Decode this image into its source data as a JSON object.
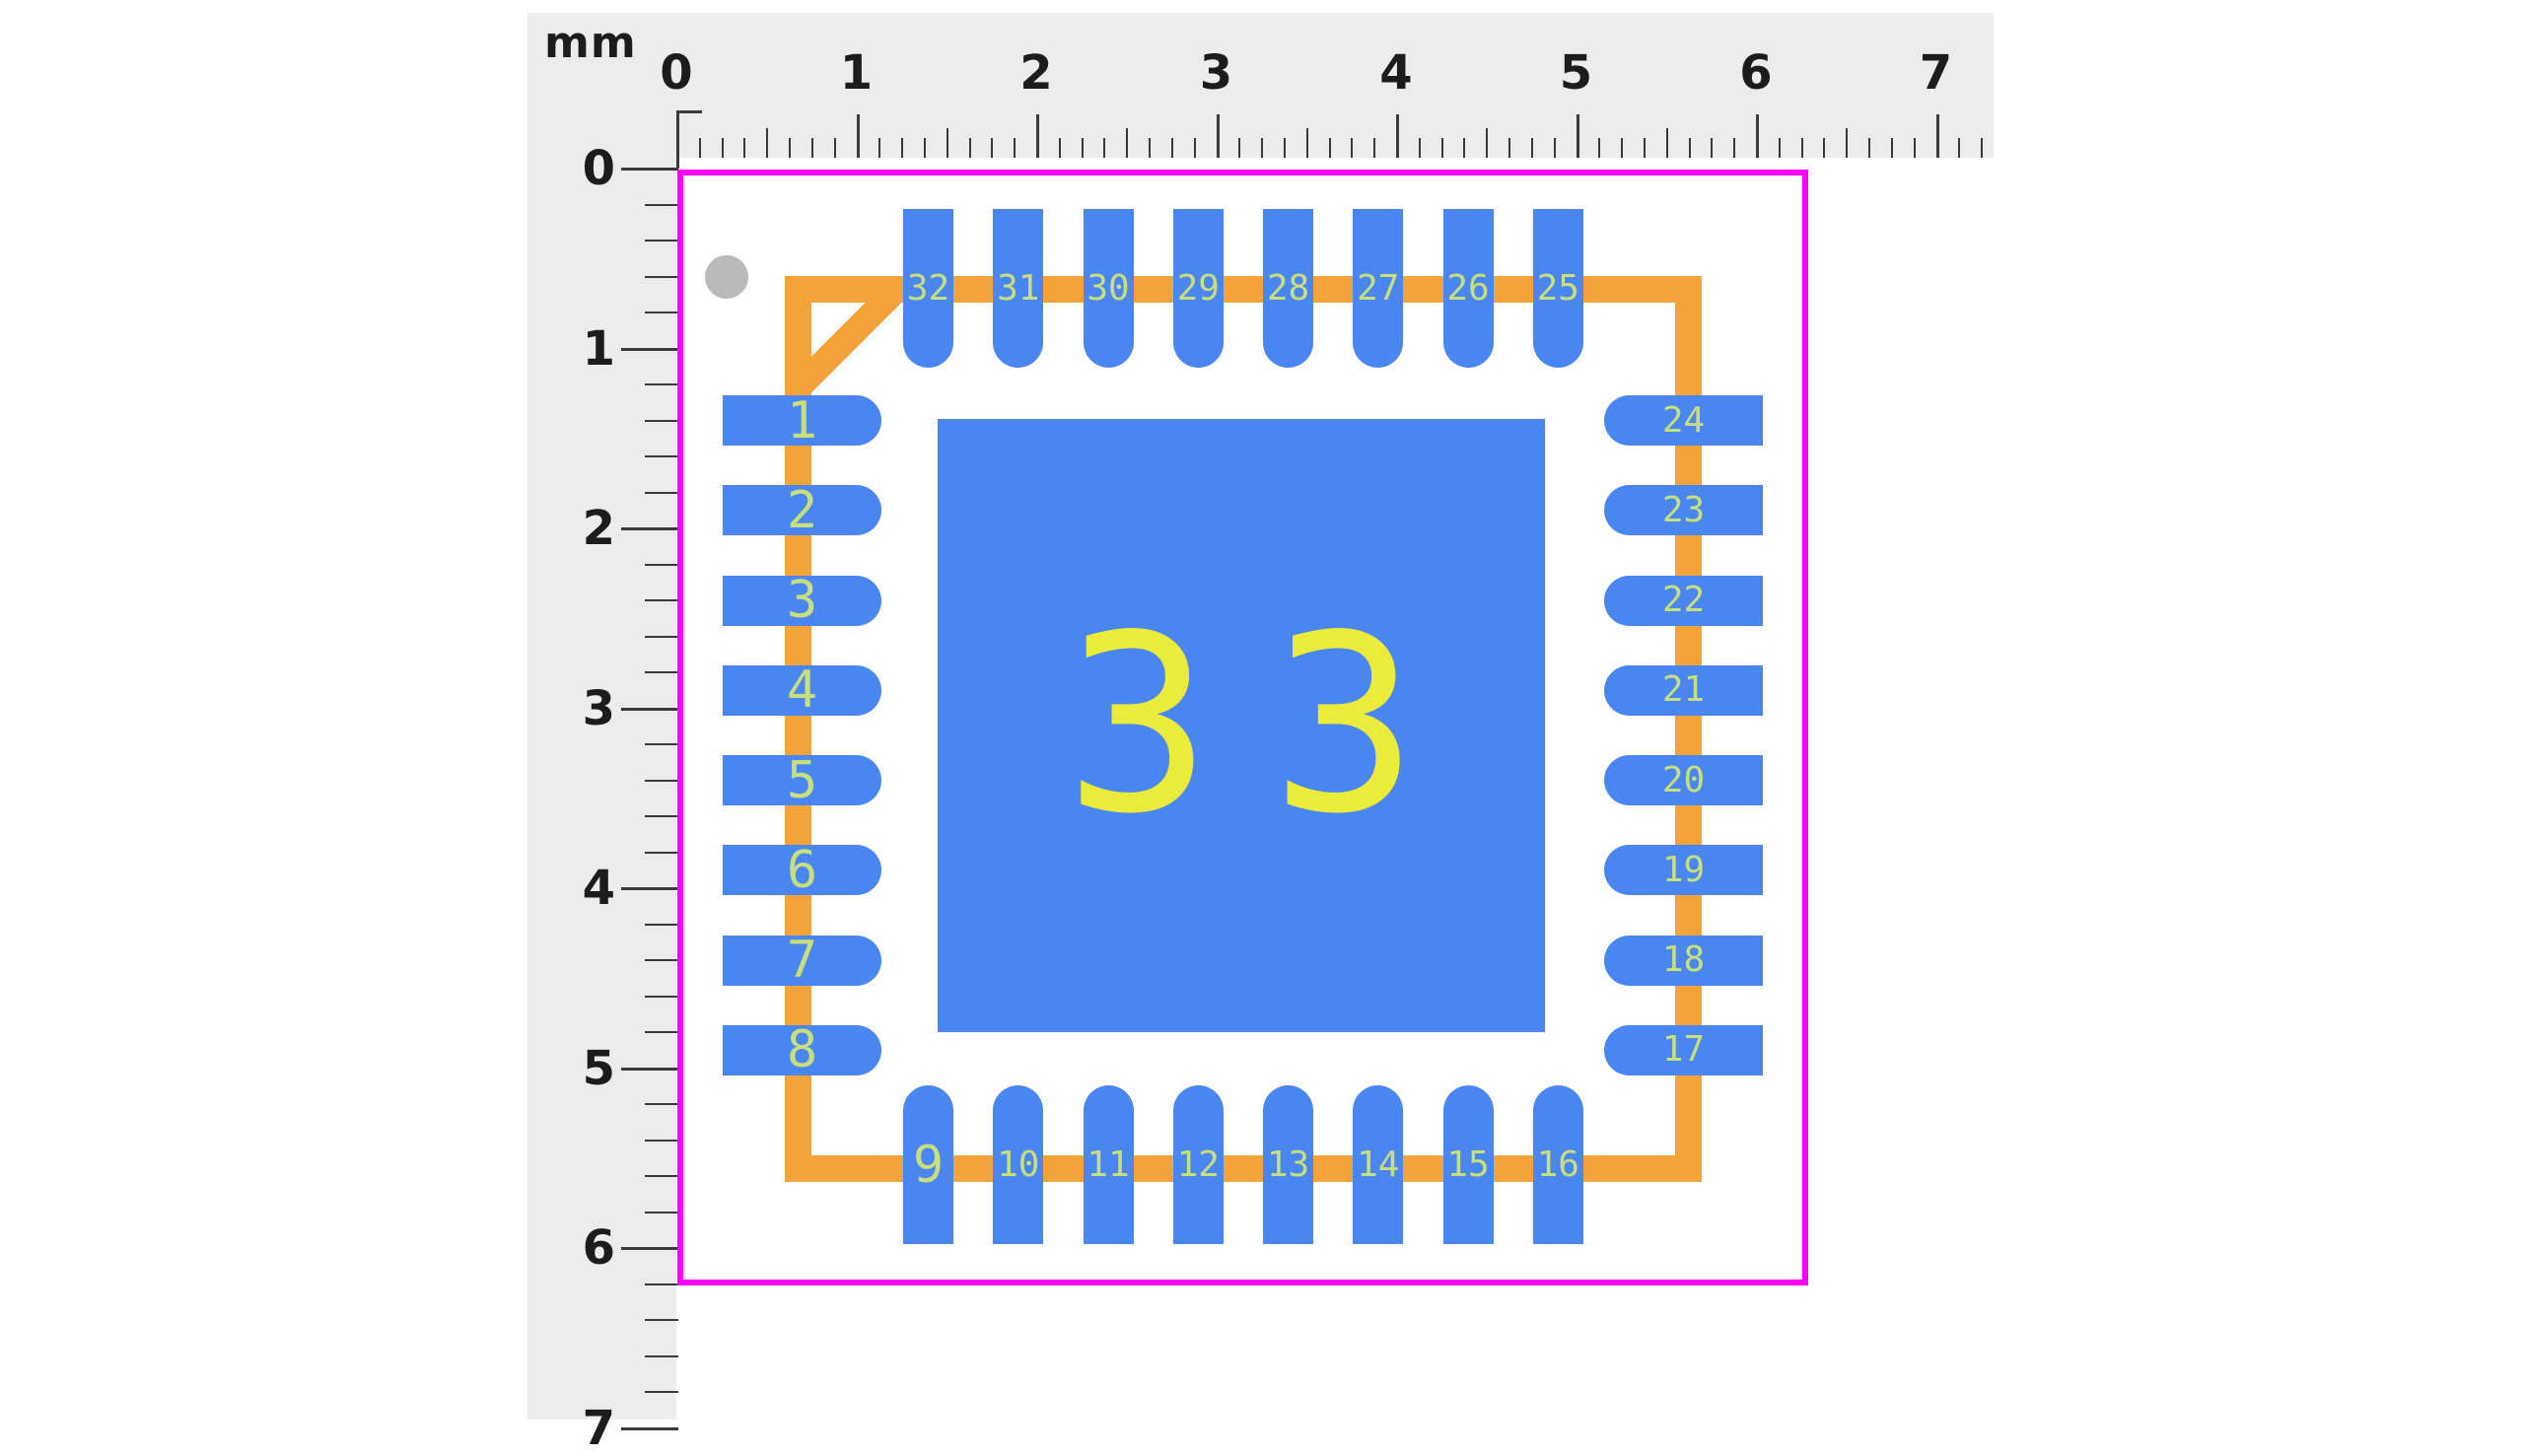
{
  "ruler": {
    "unit_label": "mm",
    "horizontal_numbers": [
      "0",
      "1",
      "2",
      "3",
      "4",
      "5",
      "6",
      "7"
    ],
    "vertical_numbers": [
      "0",
      "1",
      "2",
      "3",
      "4",
      "5",
      "6",
      "7"
    ],
    "bg_color": "#ececec",
    "tick_color": "#3a3a3a",
    "text_color": "#1c1c1c"
  },
  "footprint": {
    "center_pad_number": "33",
    "pads_left": [
      "1",
      "2",
      "3",
      "4",
      "5",
      "6",
      "7",
      "8"
    ],
    "pads_bottom": [
      "9",
      "10",
      "11",
      "12",
      "13",
      "14",
      "15",
      "16"
    ],
    "pads_right_top_to_bottom": [
      "24",
      "23",
      "22",
      "21",
      "20",
      "19",
      "18",
      "17"
    ],
    "pads_top": [
      "32",
      "31",
      "30",
      "29",
      "28",
      "27",
      "26",
      "25"
    ],
    "colors": {
      "page_bg": "#ffffff",
      "courtyard": "#ff00ff",
      "silkscreen": "#f2a33c",
      "pad": "#4a86f0",
      "pad_number": "#c8df7d",
      "center_pad_number": "#ebeb3c",
      "pin1_dot": "#b9b9b9"
    },
    "measurements_mm": {
      "courtyard_width": 6.3,
      "courtyard_height": 6.2,
      "silkscreen_body_size": 5.0,
      "pad_pitch": 0.5,
      "pad_width": 0.28,
      "pad_length": 0.88,
      "center_pad_size": 3.4,
      "pads_per_side": 8,
      "total_pads": 33
    }
  }
}
